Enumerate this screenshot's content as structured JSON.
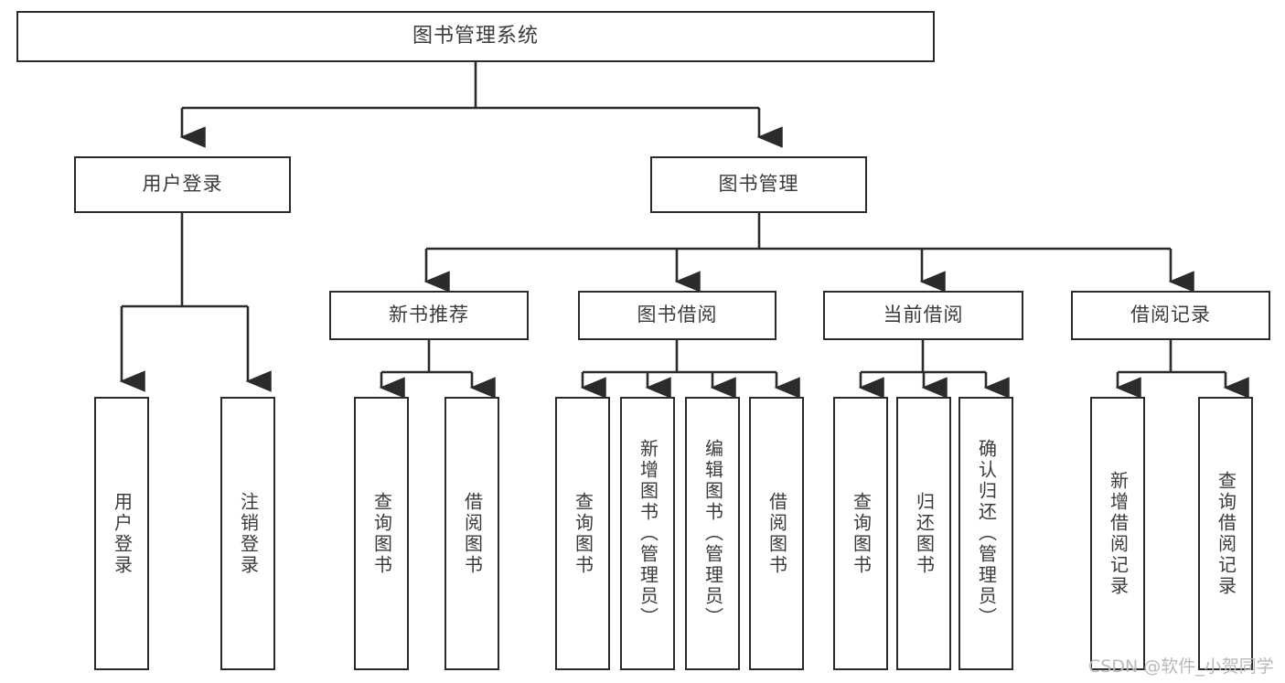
{
  "diagram": {
    "title": "图书管理系统",
    "type": "hierarchy-tree",
    "root": {
      "label": "图书管理系统"
    },
    "level2": [
      {
        "label": "用户登录"
      },
      {
        "label": "图书管理"
      }
    ],
    "level3": [
      {
        "label": "新书推荐"
      },
      {
        "label": "图书借阅"
      },
      {
        "label": "当前借阅"
      },
      {
        "label": "借阅记录"
      }
    ],
    "leaves": {
      "user_login": [
        {
          "label": "用户登录"
        },
        {
          "label": "注销登录"
        }
      ],
      "new_book_recommend": [
        {
          "label": "查询图书"
        },
        {
          "label": "借阅图书"
        }
      ],
      "book_borrow": [
        {
          "label": "查询图书"
        },
        {
          "label": "新增图书（管理员）"
        },
        {
          "label": "编辑图书（管理员）"
        },
        {
          "label": "借阅图书"
        }
      ],
      "current_borrow": [
        {
          "label": "查询图书"
        },
        {
          "label": "归还图书"
        },
        {
          "label": "确认归还（管理员）"
        }
      ],
      "borrow_record": [
        {
          "label": "新增借阅记录"
        },
        {
          "label": "查询借阅记录"
        }
      ]
    }
  },
  "watermark": {
    "text": "CSDN @软件_小贺同学"
  },
  "colors": {
    "border": "#2b2b2b",
    "text": "#3b3b3b",
    "background": "#ffffff",
    "watermark": "#b9b9b9"
  }
}
